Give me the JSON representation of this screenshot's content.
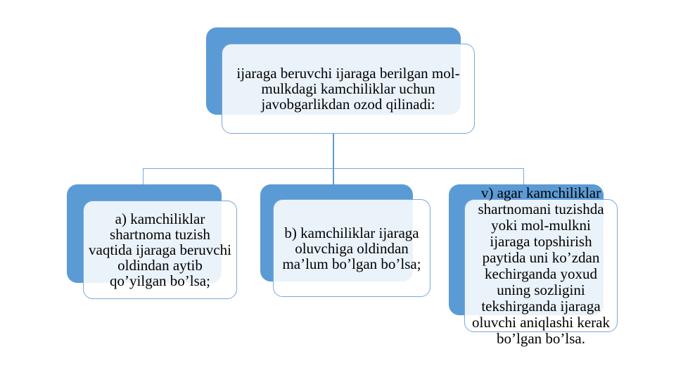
{
  "diagram": {
    "type": "smartart-hierarchy",
    "background_color": "#ffffff",
    "accent_color": "#5b9bd5",
    "panel_fill": "rgba(255,255,255,0.88)",
    "panel_border_color": "#7aa7dc",
    "connector_color": "#7aa7dc",
    "text_color": "#000000",
    "nodes": {
      "root": {
        "text": "ijaraga beruvchi ijaraga berilgan mol-\nmulkdagi kamchiliklar uchun\njavobgarlikdan ozod qilinadi:"
      },
      "a": {
        "text": "a) kamchiliklar\nshartnoma tuzish\nvaqtida ijaraga beruvchi\noldindan aytib\nqo’yilgan bo’lsa;"
      },
      "b": {
        "text": "b) kamchiliklar ijaraga\noluvchiga oldindan\nma’lum bo’lgan bo’lsa;"
      },
      "v": {
        "text": "v) agar kamchiliklar\nshartnomani tuzishda\nyoki mol-mulkni\nijaraga topshirish\npaytida uni ko’zdan\nkechirganda yoxud\nuning sozligini\ntekshirganda ijaraga\noluvchi aniqlashi kerak\nbo’lgan bo’lsa."
      }
    }
  }
}
